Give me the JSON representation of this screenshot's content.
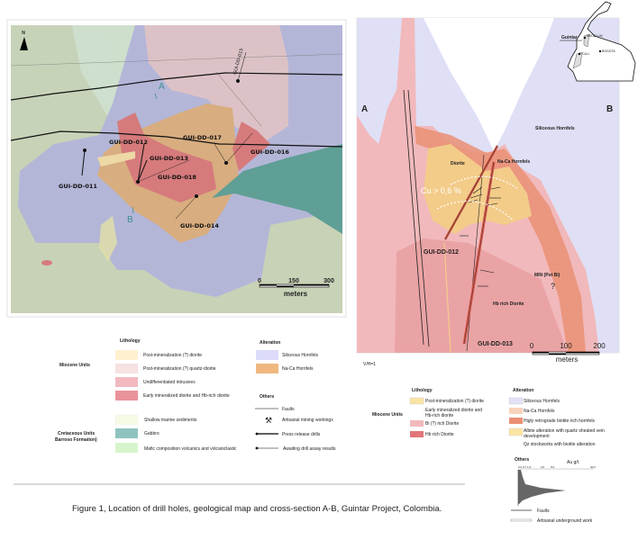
{
  "caption": "Figure 1, Location of drill holes, geological map and cross-section A-B, Guintar Project, Colombia.",
  "inset_map": {
    "country": "Colombia",
    "labels": [
      "Guintar",
      "MEDELLIN",
      "BOGOTA",
      "CALI"
    ]
  },
  "geological_map": {
    "north_label": "N",
    "section_labels": [
      "A",
      "B"
    ],
    "drill_holes": [
      "GUI-DD-011",
      "GUI-DD-012",
      "GUI-DD-013",
      "GUI-DD-014",
      "GUI-DD-015",
      "GUI-DD-016",
      "GUI-DD-017",
      "GUI-DD-018"
    ],
    "scale": {
      "ticks": [
        "0",
        "150",
        "300"
      ],
      "unit": "meters"
    },
    "colors": {
      "background": "#c8d2b6",
      "siliceous_hornfels": "#b4b6d8",
      "na_ca_hornfels": "#d8ad7f",
      "early_diorite": "#d67a7c",
      "gabbro": "#5f9f95",
      "quartz_diorite": "#dcc2c6"
    }
  },
  "map_legend": {
    "lithology_title": "Lithology",
    "miocene_title": "Miocene Units",
    "miocene": [
      {
        "label": "Post-mineralization (?) diorite",
        "color": "#fdf1cf"
      },
      {
        "label": "Post-mineralization (?) quartz-diorite",
        "color": "#f7e1e2"
      },
      {
        "label": "Undifferentiated intrusives",
        "color": "#f2b9c1"
      },
      {
        "label": "Early mineralized diorite and Hb-rich diorite",
        "color": "#e9929a"
      }
    ],
    "cretaceous_title_1": "Cretaceous Units",
    "cretaceous_title_2": "Barroso Formation)",
    "cretaceous": [
      {
        "label": "Shallow marine sediments",
        "color": "#f6fbe5"
      },
      {
        "label": "Gabbro",
        "color": "#8fc3bf"
      },
      {
        "label": "Mafic composition volcanics and volcaniclastic",
        "color": "#d6f5cc"
      }
    ],
    "alteration_title": "Alteration",
    "alteration": [
      {
        "label": "Siliceous Hornfels",
        "color": "#dcdcfa"
      },
      {
        "label": "Na-Ca Hornfels",
        "color": "#f0b880"
      }
    ],
    "others_title": "Others",
    "others": [
      "Faults",
      "Artisanal mining workings",
      "Press release drills",
      "Awaiting drill assay results"
    ]
  },
  "cross_section": {
    "end_labels": [
      "A",
      "B"
    ],
    "units": [
      "Siliceous Hornfels",
      "Diorite",
      "Na-Ca Hornfels",
      "Cu > 0,6 %",
      "MIN (Pot Bi)",
      "?",
      "Hb rich Diorite"
    ],
    "drill_holes": [
      "GUI-DD-012",
      "GUI-DD-013"
    ],
    "scale": {
      "ticks": [
        "0",
        "100",
        "200"
      ],
      "unit": "meters"
    },
    "ratio": "V/H=1"
  },
  "section_legend": {
    "lithology_title": "Lithology",
    "miocene_title": "Miocene Units",
    "lithology": [
      {
        "label": "Post-mineralization (?) diorite",
        "color": "#f9e4a4"
      },
      {
        "label_1": "Early mineralized diorite and",
        "label_2": "Hb-rich diorite"
      },
      {
        "label": "Bi (?) rich Diorite",
        "color": "#f1b9bb"
      },
      {
        "label": "Hb rich Diorite",
        "color": "#e27579"
      }
    ],
    "alteration_title": "Alteration",
    "alteration": [
      {
        "label": "Siliceous Hornfels",
        "color": "#e1e1f7"
      },
      {
        "label": "Na-Ca Hornfels",
        "color": "#f8d3bb"
      },
      {
        "label": "Higly retrograde biotite rich hornfels",
        "color": "#ea8f74"
      },
      {
        "label_1": "Albite alteration with quartz sheated vein",
        "label_2": "development",
        "color": "#fae6a4"
      },
      {
        "label": "Qz stockworks with biotite alteration"
      }
    ],
    "others_title": "Others",
    "au_title": "Au g/t",
    "au_ticks": [
      "0.2",
      "0.7",
      "1.0",
      "3.0",
      "5.0",
      "40.0"
    ],
    "others": [
      "Faults",
      "Artisanal underground work"
    ]
  }
}
